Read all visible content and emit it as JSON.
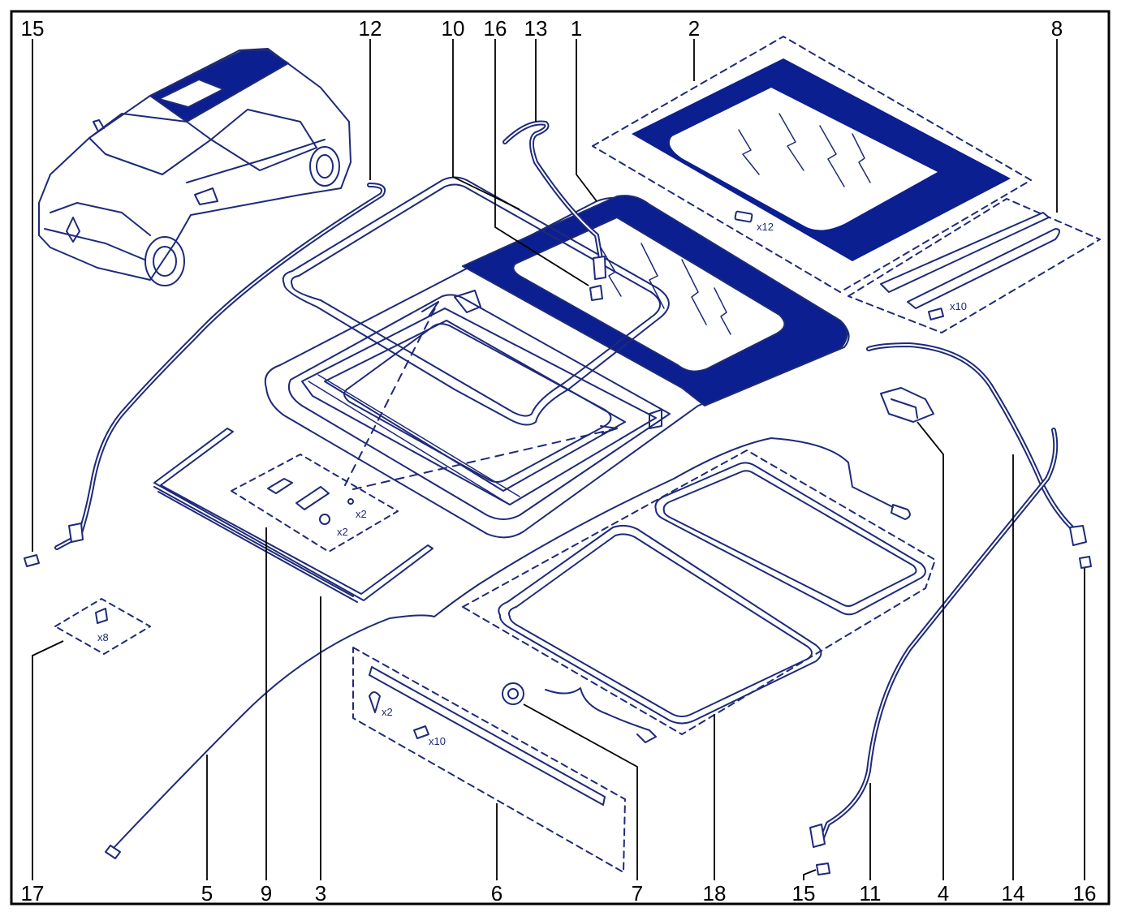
{
  "colors": {
    "line": "#1e2a78",
    "fill": "#0b1f91",
    "frame": "#000000",
    "background": "#ffffff"
  },
  "callouts_top": [
    "15",
    "12",
    "10",
    "16",
    "13",
    "1",
    "2",
    "8"
  ],
  "callouts_bottom": [
    "17",
    "5",
    "9",
    "3",
    "6",
    "7",
    "18",
    "15",
    "11",
    "4",
    "14",
    "16"
  ],
  "quantities": {
    "q2": "x12",
    "q8": "x10",
    "q9a": "x2",
    "q9b": "x2",
    "q17": "x8",
    "q6a": "x2",
    "q6b": "x10"
  }
}
